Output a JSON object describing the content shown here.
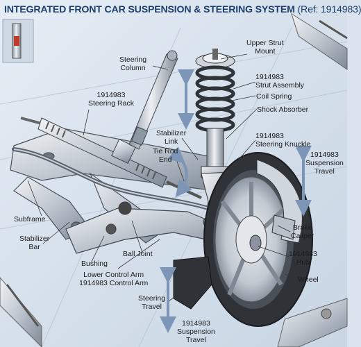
{
  "title": {
    "main": "INTEGRATED FRONT CAR SUSPENSION & STEERING SYSTEM",
    "ref": "(Ref: 1914983)"
  },
  "labels": {
    "upper_strut_mount": [
      "Upper Strut",
      "Mount"
    ],
    "strut_assembly": [
      "1914983",
      "Strut Assembly"
    ],
    "coil_spring": "Coil Spring",
    "shock_absorber": "Shock Absorber",
    "steering_knuckle": [
      "1914983",
      "Steering Knuckle"
    ],
    "suspension_travel_right": [
      "1914983",
      "Suspension",
      "Travel"
    ],
    "steering_column": [
      "Steering",
      "Column"
    ],
    "steering_rack": [
      "1914983",
      "Steering Rack"
    ],
    "stabilizer_link": [
      "Stabilizer",
      "Link"
    ],
    "tie_rod_end": [
      "Tie Rod",
      "End"
    ],
    "subframe": "Subframe",
    "stabilizer_bar": [
      "Stabilizer",
      "Bar"
    ],
    "bushing": "Bushing",
    "ball_joint": "Ball Joint",
    "lower_control_arm": [
      "Lower Control Arm",
      "1914983 Control Arm"
    ],
    "brake_caliper": [
      "Brake",
      "Caliper"
    ],
    "hub": [
      "1914983",
      "Hub"
    ],
    "wheel": "Wheel",
    "steering_travel": [
      "Steering",
      "Travel"
    ],
    "suspension_travel_bottom": [
      "1914983",
      "Suspension",
      "Travel"
    ]
  },
  "colors": {
    "title": "#1d3f6e",
    "arrow": "#7d96b8",
    "metal": "#b9c2cc",
    "spring": "#3a3f45",
    "tire": "#2f3338"
  }
}
